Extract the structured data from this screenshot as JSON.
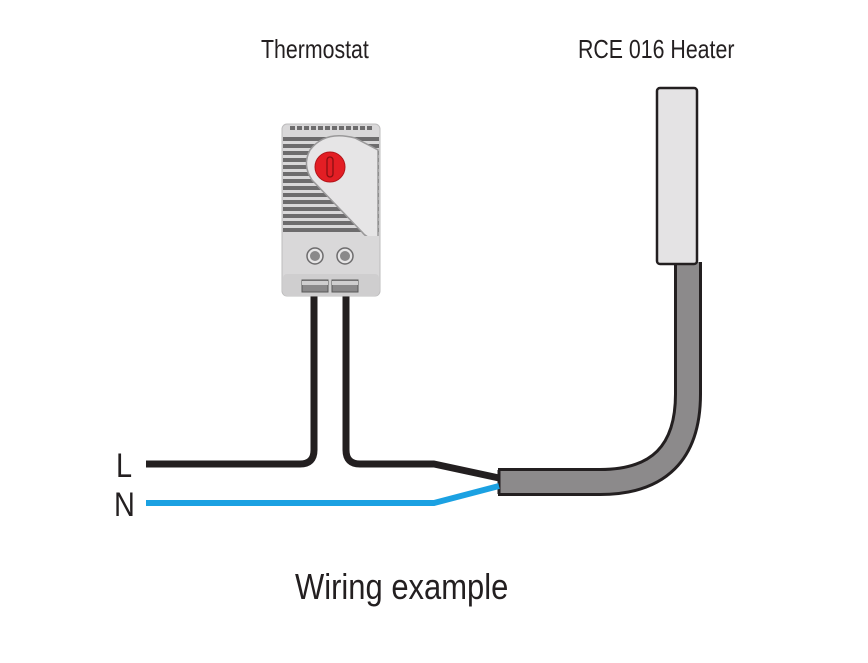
{
  "title": "Wiring example",
  "labels": {
    "thermostat": "Thermostat",
    "heater": "RCE 016 Heater",
    "live": "L",
    "neutral": "N",
    "caption": "Wiring example"
  },
  "components": {
    "thermostat": {
      "name": "Thermostat",
      "dial": "red-adjustment-dial",
      "terminals": 2
    },
    "heater": {
      "name": "RCE 016 Heater",
      "cable": "grey"
    }
  },
  "wires": [
    {
      "id": "L",
      "label": "L",
      "color": "#231f20",
      "route": "via thermostat"
    },
    {
      "id": "N",
      "label": "N",
      "color": "#1ba1e2",
      "route": "direct to heater"
    }
  ],
  "colors": {
    "wire_live": "#231f20",
    "wire_neutral": "#1ba1e2",
    "heater_cable": "#8c8a8b",
    "heater_body": "#e4e3e4",
    "thermostat_body": "#d9d8d9",
    "dial": "#e31e24"
  }
}
